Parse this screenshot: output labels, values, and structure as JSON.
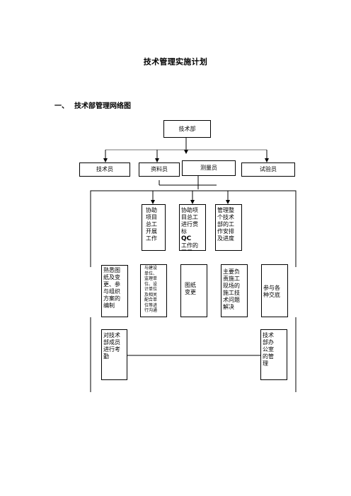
{
  "title": "技术管理实施计划",
  "section": {
    "number": "一、",
    "label": "技术部管理网络图"
  },
  "org": {
    "top": "技术部",
    "staff": [
      "技术员",
      "资料员",
      "测量员",
      "试验员"
    ],
    "duties_row1": [
      "协助\n项目\n总工\n开展\n工作",
      "协助项\n目总工\n进行贯\n标",
      "管理整\n个技术\n部的工\n作安排\n及进度"
    ],
    "duty_qc_tag": "QC",
    "duty_qc_tail": "\n工作的\n开展",
    "duties_row2": [
      "熟悉图\n纸及变\n更、参\n与组织\n方案的\n编制",
      "与建设\n单位、\n监理单\n位、设\n计单位\n及相关\n配合单\n位等进\n行沟通",
      "图纸\n变更",
      "主要负\n责施工\n现场的\n施工技\n术问题\n解决",
      "参与各\n种交底"
    ],
    "duties_row3": [
      "对技术\n部成员\n进行考\n勤",
      "技术\n部办\n公室\n的管\n理"
    ]
  }
}
